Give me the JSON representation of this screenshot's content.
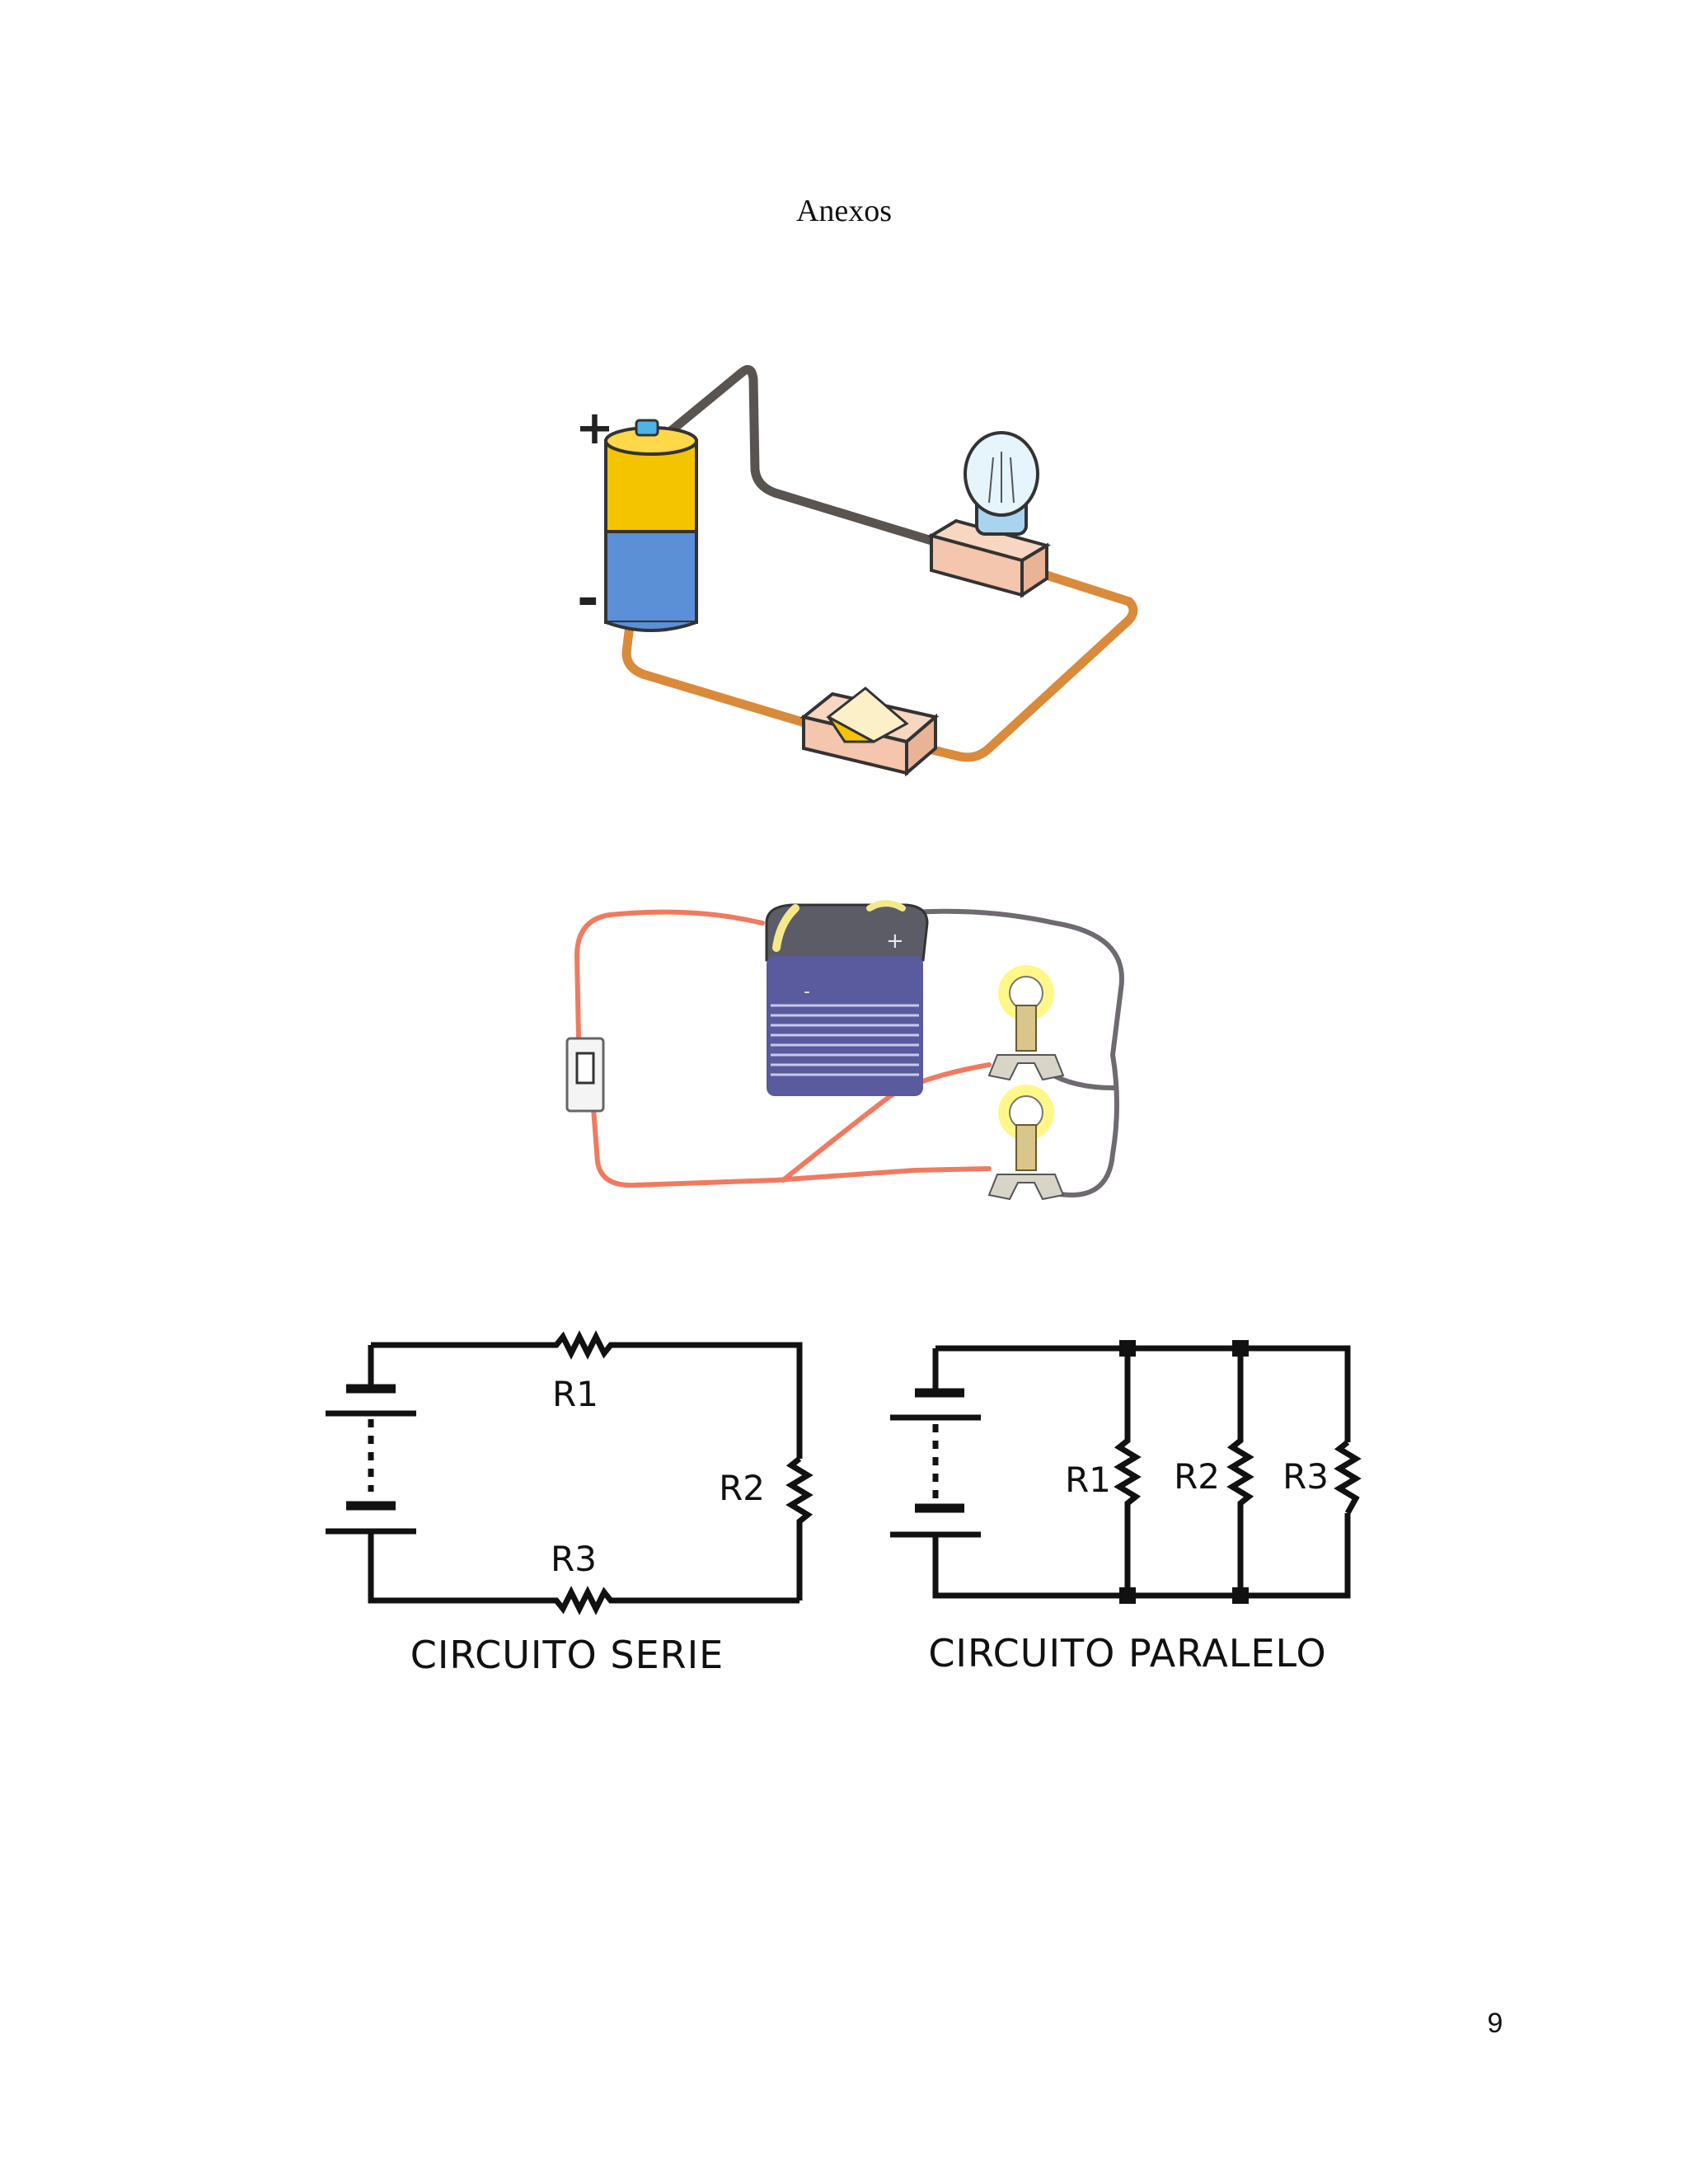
{
  "page": {
    "title": "Anexos",
    "page_number": "9"
  },
  "figure_bulb": {
    "plus_sign": "+",
    "minus_sign": "-"
  },
  "figure_two_bulbs": {
    "plus_sign": "+",
    "minus_sign": "-"
  },
  "schematic_series": {
    "caption": "CIRCUITO SERIE",
    "r1": "R1",
    "r2": "R2",
    "r3": "R3"
  },
  "schematic_parallel": {
    "caption": "CIRCUITO PARALELO",
    "r1": "R1",
    "r2": "R2",
    "r3": "R3"
  },
  "colors": {
    "battery_top": "#f5c400",
    "battery_bottom": "#5b8fd6",
    "wire_copper": "#d98a3a",
    "wire_dark": "#5a5450",
    "wire_red": "#f07a60",
    "base_pink": "#f3c6ad"
  }
}
